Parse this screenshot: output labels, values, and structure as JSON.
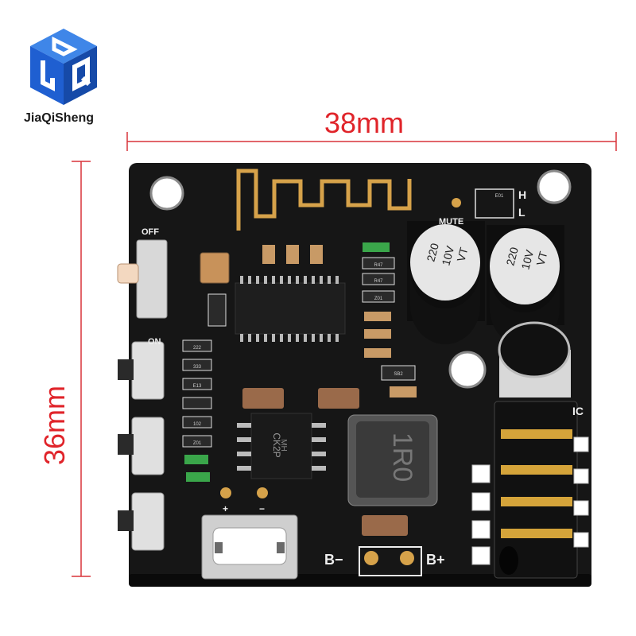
{
  "brand": {
    "name": "JiaQiSheng",
    "logo_letters": "JQS",
    "logo_color": "#1f5fd1"
  },
  "dimensions": {
    "width": "38mm",
    "height": "36mm",
    "color": "#e0242a"
  },
  "board": {
    "background": "#161616",
    "labels": {
      "off": "OFF",
      "on": "ON",
      "mute": "MUTE",
      "h": "H",
      "l": "L",
      "ic": "IC",
      "b_minus": "B−",
      "b_plus": "B+",
      "plus": "+",
      "minus": "−"
    },
    "capacitor_1": {
      "line1": "220",
      "line2": "10V",
      "line3": "VT"
    },
    "capacitor_2": {
      "line1": "220",
      "line2": "10V",
      "line3": "VT"
    },
    "inductor": "1R0",
    "chip": {
      "line1": "MH",
      "line2": "CK2P"
    },
    "smd": [
      "222",
      "333",
      "E13",
      "102",
      "Z01",
      "R47",
      "R47",
      "Z01",
      "E01",
      "SB2"
    ]
  }
}
